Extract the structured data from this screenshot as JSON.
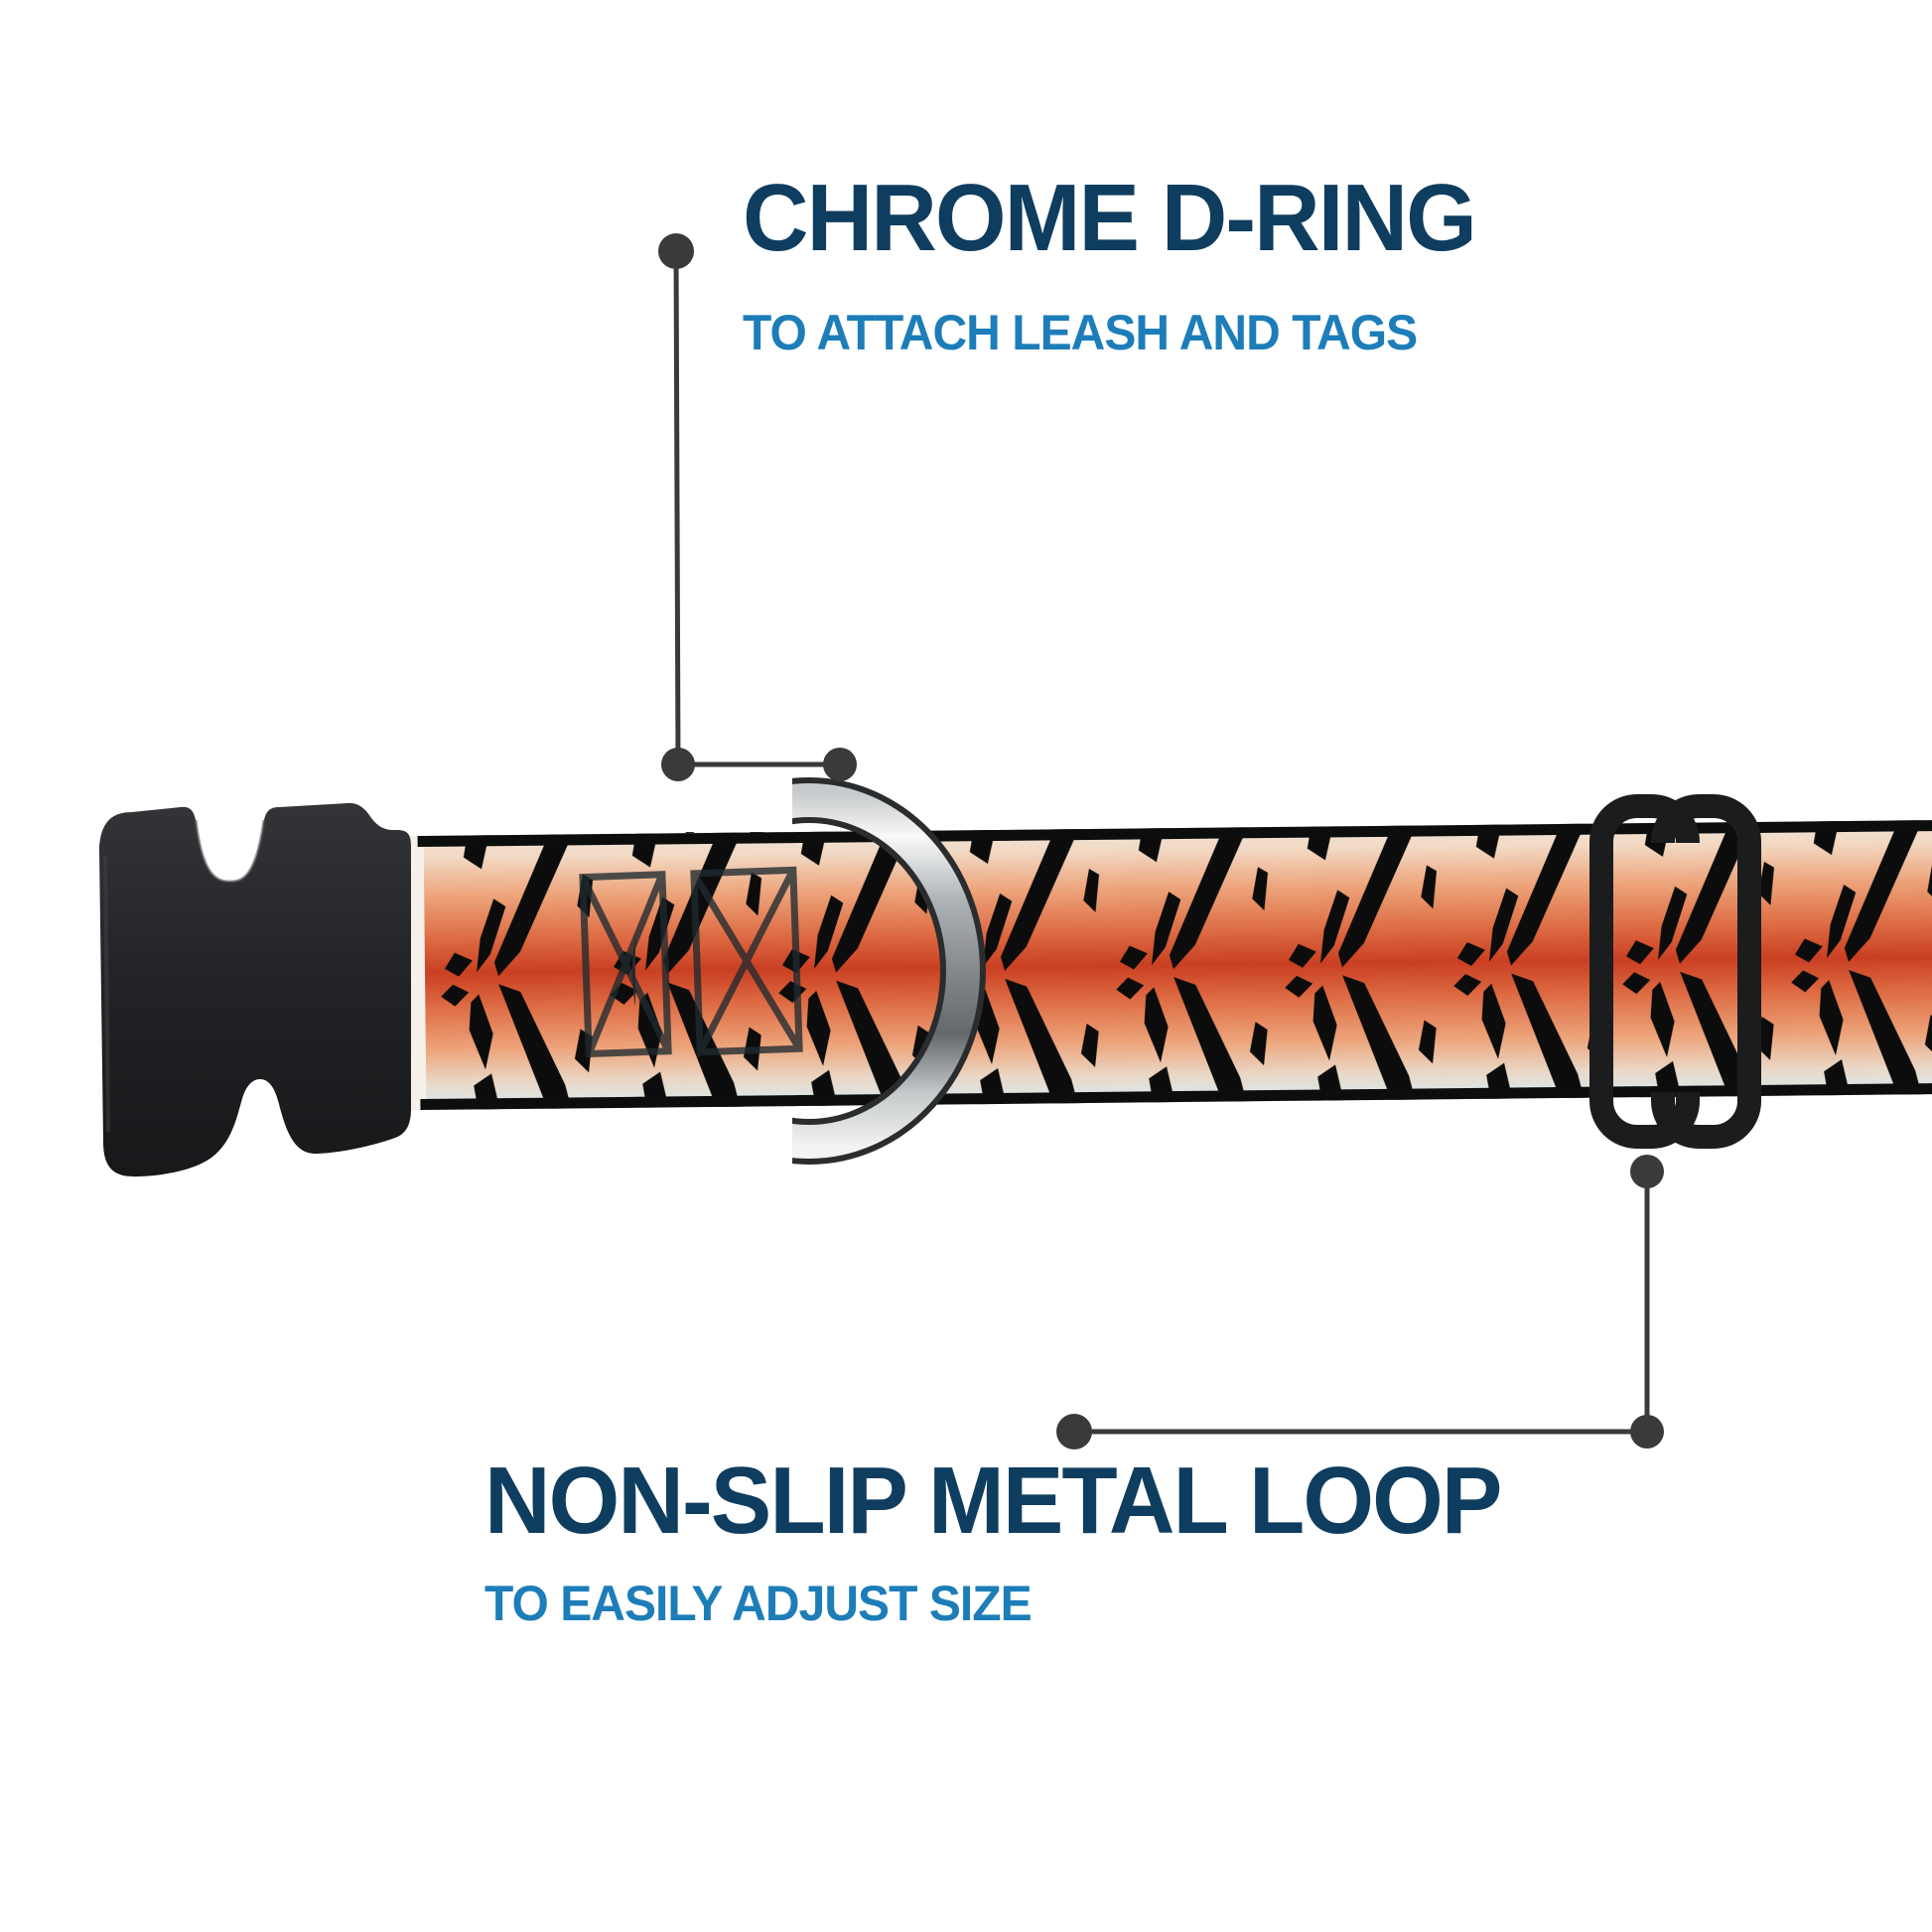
{
  "callouts": {
    "top": {
      "title": "CHROME D-RING",
      "subtitle": "TO ATTACH LEASH AND TAGS"
    },
    "bottom": {
      "title": "NON-SLIP METAL LOOP",
      "subtitle": "TO EASILY ADJUST SIZE"
    }
  },
  "colors": {
    "background": "#ffffff",
    "title_navy": "#0f3d5f",
    "subtitle_blue": "#1d7db8",
    "callout_line": "#3a3a3c",
    "hardware_black": "#1b1c1e",
    "chrome_silver": "#b9bdbf",
    "webbing_deep_orange": "#c93f22",
    "webbing_salmon": "#eda47b",
    "webbing_cream": "#efe3d6",
    "stripe_black": "#0c0c0c"
  }
}
